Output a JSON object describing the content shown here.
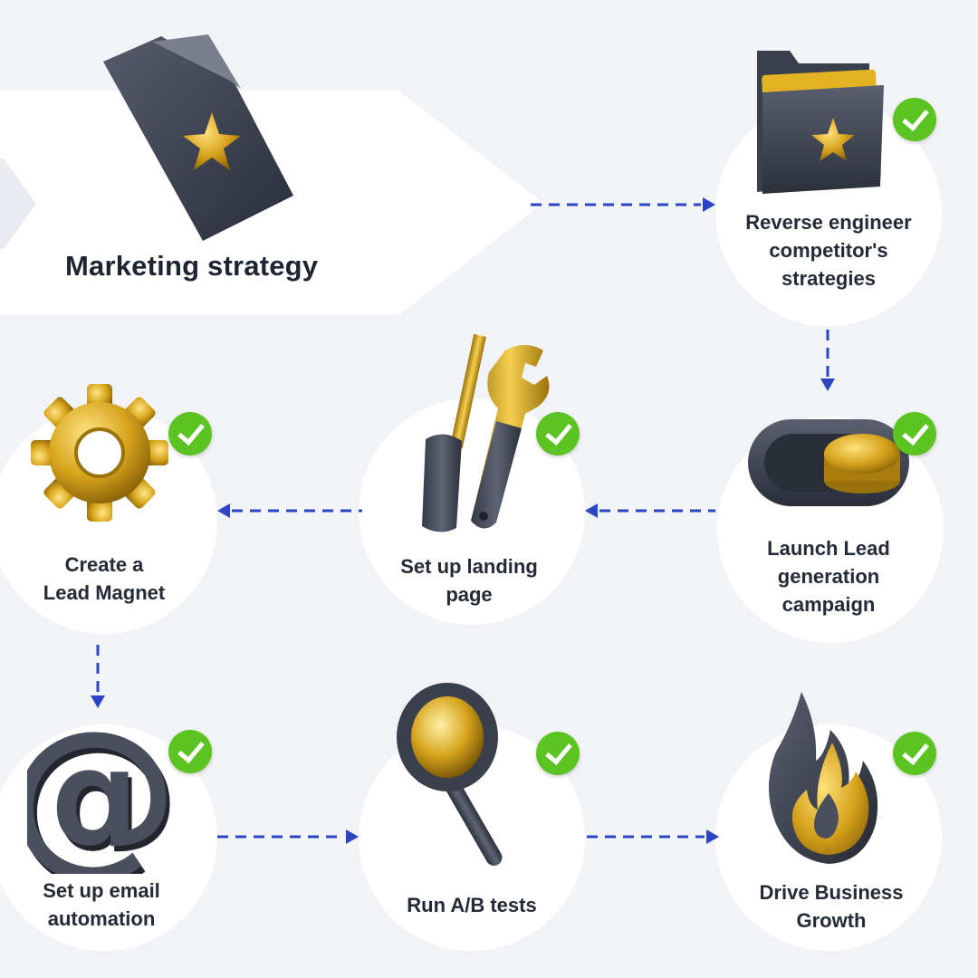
{
  "title": "Marketing strategy",
  "colors": {
    "connector": "#2a44c4",
    "check": "#5cc422",
    "icon_dark": "#3c4150",
    "icon_gold": "#c99a12",
    "text": "#232b36"
  },
  "steps": [
    {
      "id": "reverse-engineer",
      "label_lines": [
        "Reverse engineer",
        "competitor's",
        "strategies"
      ],
      "icon": "folder-star-icon",
      "completed": true
    },
    {
      "id": "launch-lead-gen",
      "label_lines": [
        "Launch Lead",
        "generation",
        "campaign"
      ],
      "icon": "toggle-switch-icon",
      "completed": true
    },
    {
      "id": "landing-page",
      "label_lines": [
        "Set up landing",
        "page"
      ],
      "icon": "tools-icon",
      "completed": true
    },
    {
      "id": "lead-magnet",
      "label_lines": [
        "Create a",
        "Lead Magnet"
      ],
      "icon": "gear-icon",
      "completed": true
    },
    {
      "id": "email-automation",
      "label_lines": [
        "Set up email",
        "automation"
      ],
      "icon": "at-sign-icon",
      "completed": true
    },
    {
      "id": "ab-tests",
      "label_lines": [
        "Run A/B tests"
      ],
      "icon": "magnifier-icon",
      "completed": true
    },
    {
      "id": "business-growth",
      "label_lines": [
        "Drive Business",
        "Growth"
      ],
      "icon": "flame-icon",
      "completed": true
    }
  ],
  "connectors": [
    {
      "from": "Marketing strategy",
      "to": "reverse-engineer",
      "direction": "right"
    },
    {
      "from": "reverse-engineer",
      "to": "launch-lead-gen",
      "direction": "down"
    },
    {
      "from": "launch-lead-gen",
      "to": "landing-page",
      "direction": "left"
    },
    {
      "from": "landing-page",
      "to": "lead-magnet",
      "direction": "left"
    },
    {
      "from": "lead-magnet",
      "to": "email-automation",
      "direction": "down"
    },
    {
      "from": "email-automation",
      "to": "ab-tests",
      "direction": "right"
    },
    {
      "from": "ab-tests",
      "to": "business-growth",
      "direction": "right"
    }
  ]
}
